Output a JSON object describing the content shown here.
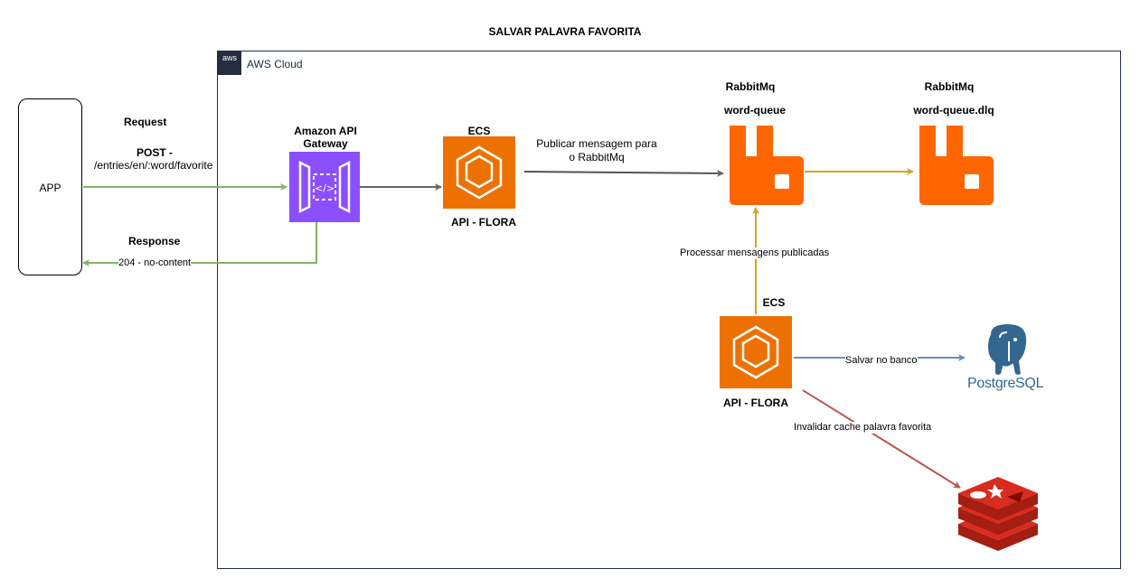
{
  "title": "SALVAR PALAVRA FAVORITA",
  "aws_cloud": {
    "label": "AWS Cloud",
    "badge": "aws"
  },
  "app": {
    "label": "APP"
  },
  "request": {
    "title": "Request",
    "method": "POST -",
    "path": "/entries/en/:word/favorite"
  },
  "response": {
    "title": "Response",
    "status": "204 - no-content"
  },
  "api_gateway": {
    "label_line1": "Amazon API",
    "label_line2": "Gateway"
  },
  "ecs_top": {
    "label": "ECS",
    "service": "API - FLORA"
  },
  "ecs_bottom": {
    "label": "ECS",
    "service": "API - FLORA"
  },
  "rabbit_main": {
    "label": "RabbitMq",
    "queue": "word-queue"
  },
  "rabbit_dlq": {
    "label": "RabbitMq",
    "queue": "word-queue.dlq"
  },
  "edges": {
    "publish_line1": "Publicar mensagem para",
    "publish_line2": "o RabbitMq",
    "process": "Processar mensagens publicadas",
    "save_db": "Salvar no banco",
    "invalidate_cache": "Invalidar cache palavra favorita"
  },
  "postgres": {
    "label_postgre": "Postgre",
    "label_sql": "SQL"
  },
  "colors": {
    "green": "#82B366",
    "gray": "#666666",
    "gold": "#D6A520",
    "blue": "#6C8EBF",
    "red": "#B85450",
    "api_gateway": "#8C4FFF",
    "ecs": "#ED7100",
    "rabbit": "#FF6600",
    "redis": "#D82C20",
    "postgres": "#336791"
  }
}
